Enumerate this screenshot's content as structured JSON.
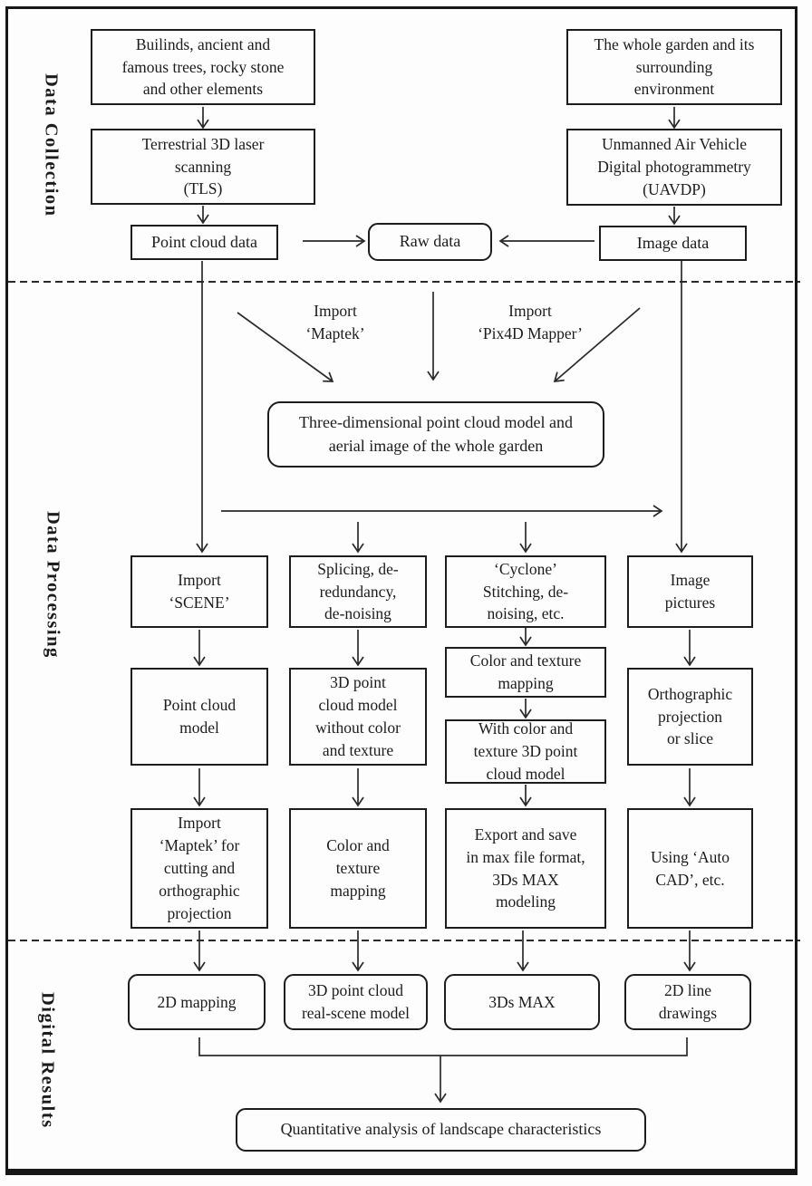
{
  "figure": {
    "type": "flowchart",
    "background": "#fdfdfd",
    "ink": "#1d1d1d"
  },
  "side_sections": [
    {
      "label": "Data Collection"
    },
    {
      "label": "Data Processing"
    },
    {
      "label": "Digital Results"
    }
  ],
  "collection": {
    "tls_source": "Builinds, ancient and\nfamous trees, rocky stone\nand other elements",
    "tls": "Terrestrial 3D laser\nscanning\n(TLS)",
    "point_cloud_data": "Point cloud data",
    "uav_source": "The whole garden and its\nsurrounding\nenvironment",
    "uavdp": "Unmanned Air Vehicle\nDigital photogrammetry\n(UAVDP)",
    "image_data": "Image data",
    "raw_data": "Raw data"
  },
  "processing": {
    "import_maptek": "Import\n‘Maptek’",
    "import_pix4d": "Import\n‘Pix4D Mapper’",
    "merged_model": "Three-dimensional point cloud model and\naerial image of the whole garden",
    "col1": {
      "step1": "Import\n‘SCENE’",
      "step2": "Point cloud\nmodel",
      "step3": "Import\n‘Maptek’ for\ncutting and\northographic\nprojection"
    },
    "col2": {
      "step1": "Splicing, de-\nredundancy,\nde-noising",
      "step2": "3D point\ncloud model\nwithout color\nand texture",
      "step3": "Color and\ntexture\nmapping"
    },
    "col3": {
      "step1": "‘Cyclone’\nStitching, de-\nnoising, etc.",
      "step2": "Color and texture\nmapping",
      "step3": "With color and\ntexture 3D point\ncloud model",
      "step4": "Export and save\nin max file format,\n3Ds MAX\nmodeling"
    },
    "col4": {
      "step1": "Image\npictures",
      "step2": "Orthographic\nprojection\nor slice",
      "step3": "Using ‘Auto\nCAD’, etc."
    }
  },
  "results": {
    "r1": "2D mapping",
    "r2": "3D point cloud\nreal-scene model",
    "r3": "3Ds MAX",
    "r4": "2D line\ndrawings",
    "final": "Quantitative analysis of landscape characteristics"
  }
}
